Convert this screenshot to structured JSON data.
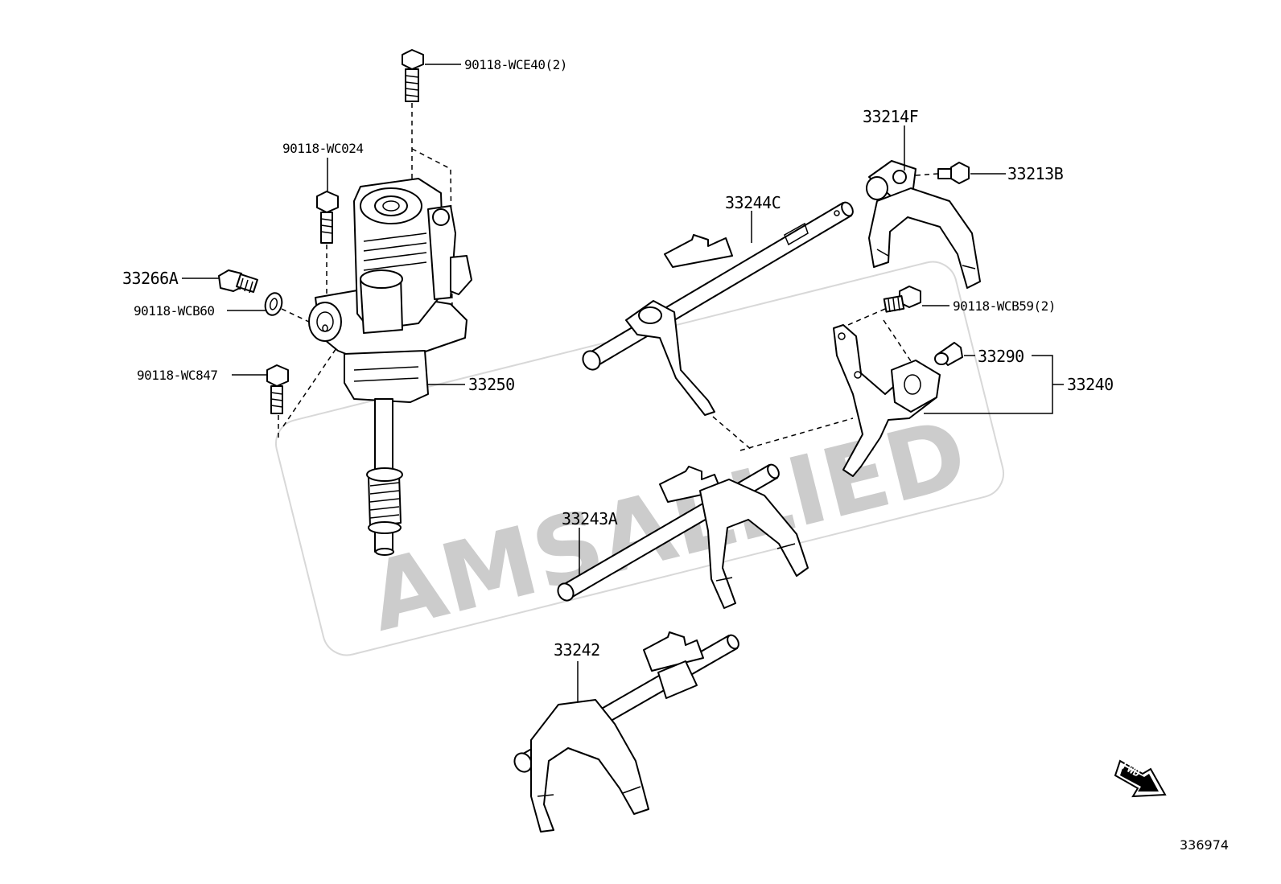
{
  "diagram": {
    "watermark": "AMSALLIED",
    "fwd_label": "FWD",
    "drawing_number": "336974",
    "callouts": {
      "c_90118_WCE40": "90118-WCE40(2)",
      "c_90118_WC024": "90118-WC024",
      "c_33266A": "33266A",
      "c_90118_WCB60": "90118-WCB60",
      "c_90118_WC847": "90118-WC847",
      "c_33250": "33250",
      "c_33244C": "33244C",
      "c_33214F": "33214F",
      "c_33213B": "33213B",
      "c_90118_WCB59": "90118-WCB59(2)",
      "c_33290": "33290",
      "c_33240": "33240",
      "c_33243A": "33243A",
      "c_33242": "33242"
    }
  }
}
